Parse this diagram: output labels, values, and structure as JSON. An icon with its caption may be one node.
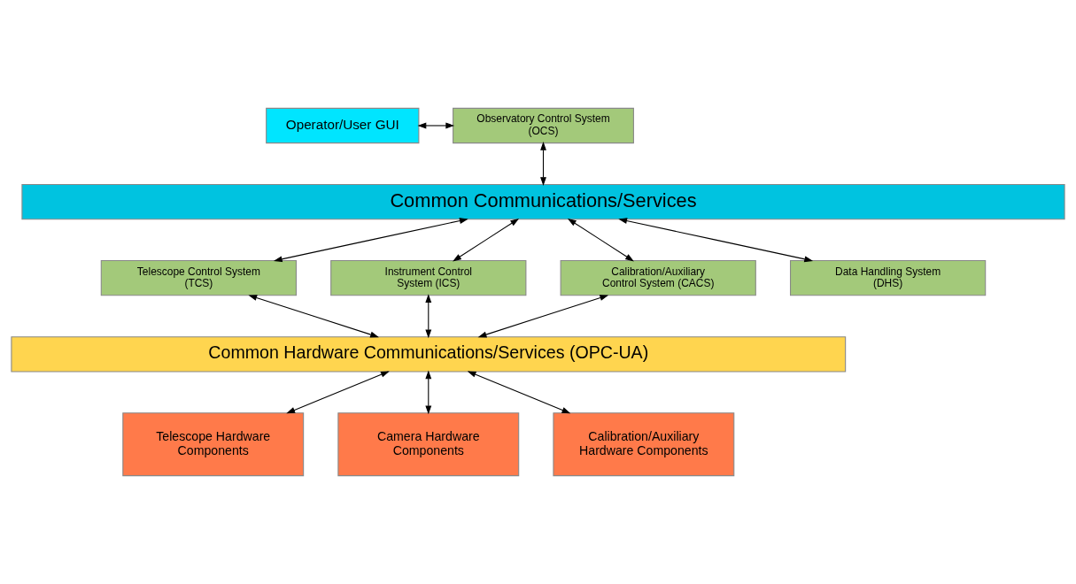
{
  "diagram": {
    "nodes": [
      {
        "text": [
          "Operator/User GUI"
        ]
      },
      {
        "text": [
          "Observatory Control System (OCS)"
        ]
      },
      {
        "text": [
          "Common Communications/Services"
        ]
      },
      {
        "text": [
          "Telescope Control System (TCS)"
        ]
      },
      {
        "text": [
          "Instrument Control System (ICS)"
        ]
      },
      {
        "text": [
          "Calibration/Auxiliary Control System (CACS)"
        ]
      },
      {
        "text": [
          "Data Handling System (DHS)"
        ]
      },
      {
        "text": [
          "Common Hardware Communications/Services (OPC-UA)"
        ]
      },
      {
        "text": [
          "Telescope Hardware Components"
        ]
      },
      {
        "text": [
          "Camera Hardware Components"
        ]
      },
      {
        "text": [
          "Calibration/Auxiliary Hardware Components"
        ]
      }
    ],
    "edges": [
      {
        "from": 0,
        "to": 1,
        "arrow": "both"
      },
      {
        "from": 1,
        "to": 2,
        "arrow": "both"
      },
      {
        "from": 2,
        "to": 3,
        "arrow": "both"
      },
      {
        "from": 2,
        "to": 4,
        "arrow": "both"
      },
      {
        "from": 2,
        "to": 5,
        "arrow": "both"
      },
      {
        "from": 2,
        "to": 6,
        "arrow": "both"
      },
      {
        "from": 3,
        "to": 7,
        "arrow": "both"
      },
      {
        "from": 4,
        "to": 7,
        "arrow": "both"
      },
      {
        "from": 5,
        "to": 7,
        "arrow": "both"
      },
      {
        "from": 7,
        "to": 8,
        "arrow": "both"
      },
      {
        "from": 7,
        "to": 9,
        "arrow": "both"
      },
      {
        "from": 7,
        "to": 10,
        "arrow": "both"
      }
    ]
  }
}
